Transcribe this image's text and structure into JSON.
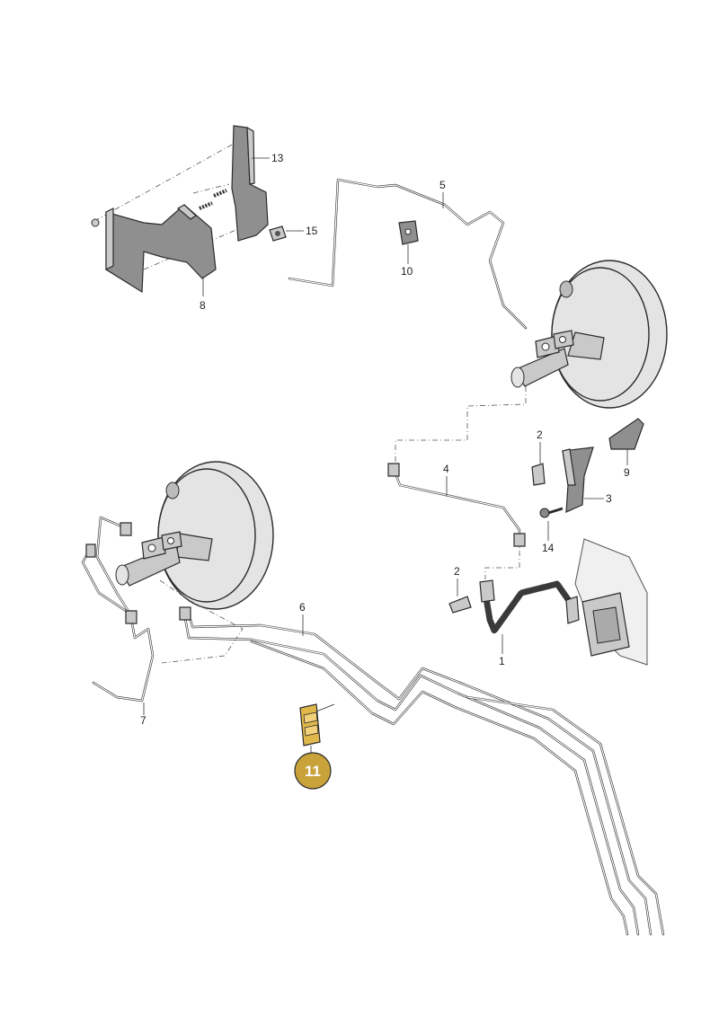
{
  "callouts": {
    "c1": "1",
    "c2a": "2",
    "c2b": "2",
    "c3": "3",
    "c4": "4",
    "c5": "5",
    "c6": "6",
    "c7": "7",
    "c8": "8",
    "c9": "9",
    "c10": "10",
    "c11": "11",
    "c13": "13",
    "c14": "14",
    "c15": "15"
  },
  "colors": {
    "highlight_badge": "#c9a23a",
    "highlight_part": "#e0b84a"
  }
}
